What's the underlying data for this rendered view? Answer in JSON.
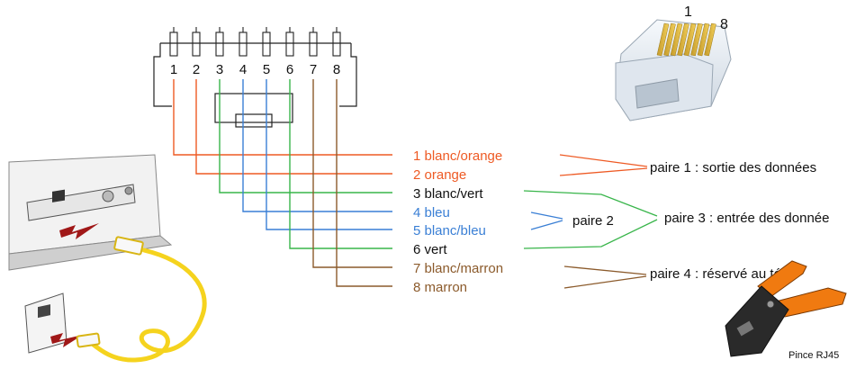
{
  "connector": {
    "pin_numbers": [
      "1",
      "2",
      "3",
      "4",
      "5",
      "6",
      "7",
      "8"
    ]
  },
  "wires": [
    {
      "label": "1 blanc/orange",
      "color": "#ee5a24"
    },
    {
      "label": "2 orange",
      "color": "#ee5a24"
    },
    {
      "label": "3 blanc/vert",
      "color": "#38b54a"
    },
    {
      "label": "4 bleu",
      "color": "#3a7fd5"
    },
    {
      "label": "5 blanc/bleu",
      "color": "#3a7fd5"
    },
    {
      "label": "6 vert",
      "color": "#38b54a"
    },
    {
      "label": "7 blanc/marron",
      "color": "#8b5a2b"
    },
    {
      "label": "8 marron",
      "color": "#8b5a2b"
    }
  ],
  "label_colors": [
    "#ee5a24",
    "#ee5a24",
    "#111111",
    "#3a7fd5",
    "#3a7fd5",
    "#111111",
    "#8b5a2b",
    "#8b5a2b"
  ],
  "pairs": {
    "pair1": "paire 1 : sortie des données",
    "pair2": "paire 2",
    "pair3": "paire 3 : entrée des donnée",
    "pair4": "paire 4 : réservé au tél."
  },
  "plug": {
    "pin_first": "1",
    "pin_last": "8"
  },
  "tool": {
    "caption": "Pince RJ45"
  },
  "colors": {
    "cable": "#f5d31e",
    "plug_body": "#e8eef4",
    "tool_handle": "#f07a10",
    "tool_metal": "#2a2a2a"
  },
  "icons": [
    "rj45-plug-icon",
    "crimping-tool-icon",
    "wall-socket-icon",
    "network-card-icon"
  ]
}
